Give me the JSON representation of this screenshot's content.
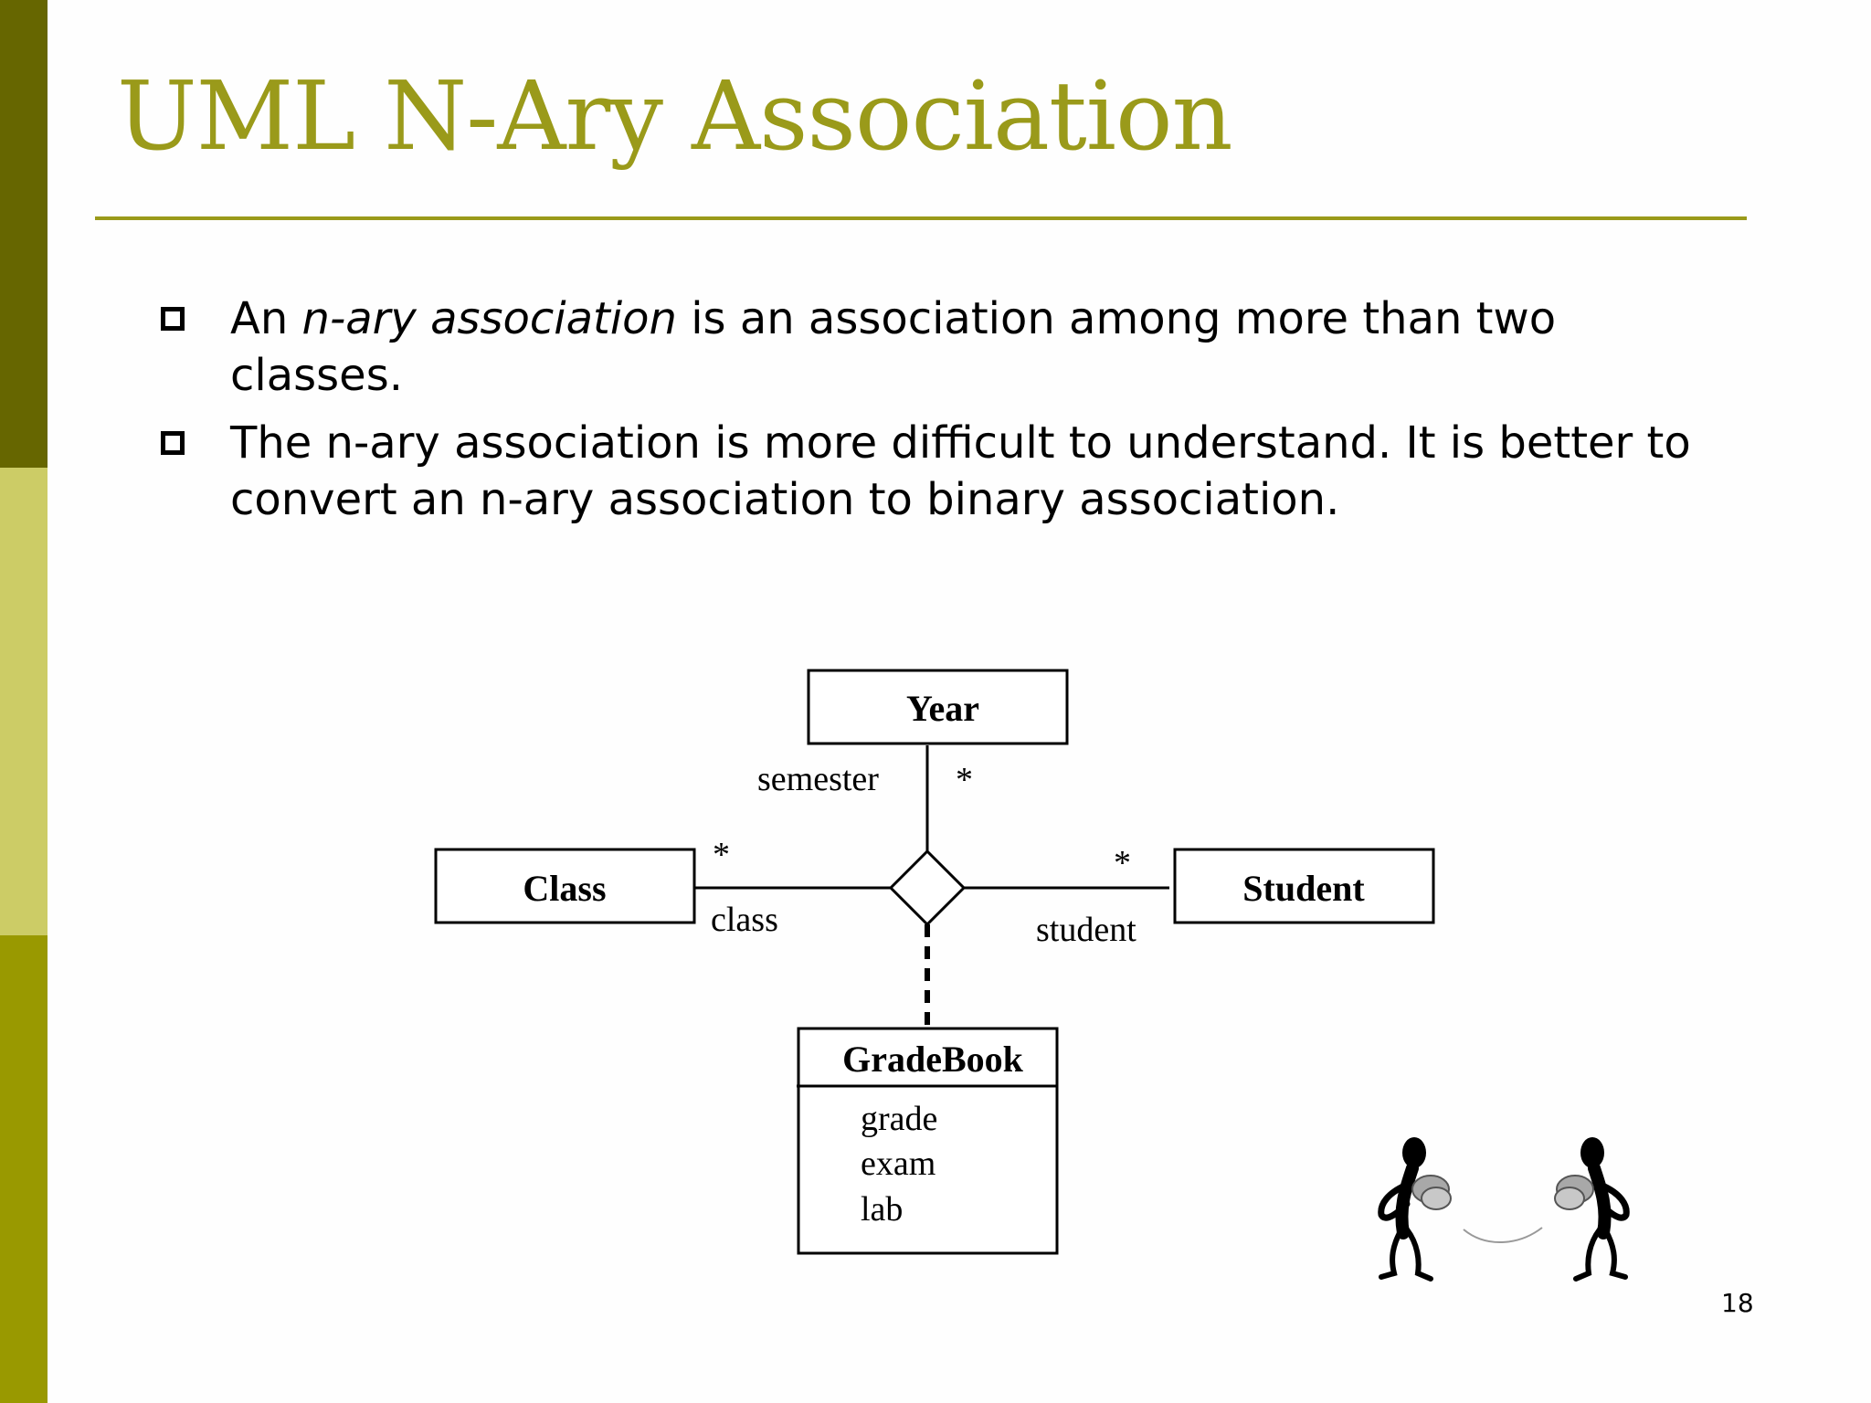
{
  "theme": {
    "accent": "#9a9a1a",
    "bar_dark": "#666600",
    "bar_light": "#cccc66",
    "bar_mid": "#999900"
  },
  "slide": {
    "title": "UML N-Ary Association",
    "page_number": "18"
  },
  "bullets": [
    {
      "pre": "An ",
      "emph": "n-ary association",
      "post": " is an association among more than two classes."
    },
    {
      "pre": "The n-ary association is more difficult to understand.  It is better to convert an n-ary association to binary association.",
      "emph": "",
      "post": ""
    }
  ],
  "diagram": {
    "classes": {
      "year": "Year",
      "class": "Class",
      "student": "Student",
      "gradebook": "GradeBook"
    },
    "gradebook_attributes": [
      "grade",
      "exam",
      "lab"
    ],
    "roles": {
      "year": "semester",
      "class": "class",
      "student": "student"
    },
    "multiplicities": {
      "year": "*",
      "class": "*",
      "student": "*"
    }
  },
  "clipart": {
    "icon": "two-stick-figures-icon"
  }
}
